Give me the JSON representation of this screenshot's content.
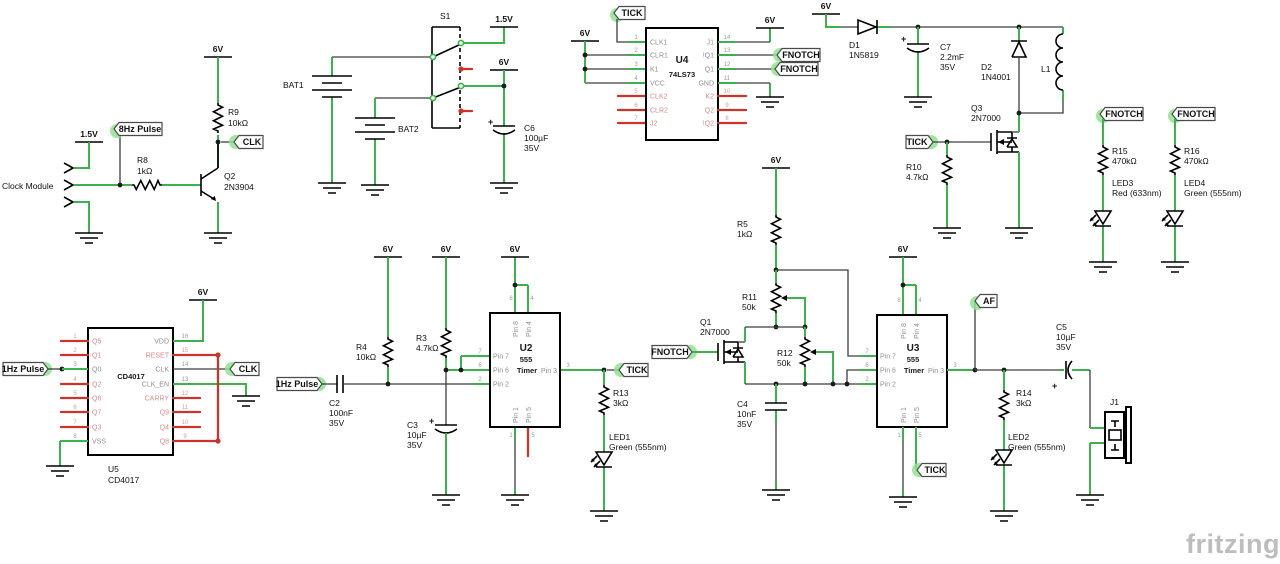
{
  "nets": {
    "clk": "CLK",
    "tick": "TICK",
    "fnotch": "FNOTCH",
    "af": "AF",
    "hz1": "1Hz Pulse",
    "hz8": "8Hz Pulse"
  },
  "rails": {
    "v6": "6V",
    "v15": "1.5V"
  },
  "plus_sign": "+",
  "watermark": "fritzing",
  "parts": {
    "clock_module": {
      "label": "Clock Module"
    },
    "r3": {
      "ref": "R3",
      "value": "4.7kΩ"
    },
    "r4": {
      "ref": "R4",
      "value": "10kΩ"
    },
    "r5": {
      "ref": "R5",
      "value": "1kΩ"
    },
    "r8": {
      "ref": "R8",
      "value": "1kΩ"
    },
    "r9": {
      "ref": "R9",
      "value": "10kΩ"
    },
    "r10": {
      "ref": "R10",
      "value": "4.7kΩ"
    },
    "r11": {
      "ref": "R11",
      "value": "50k"
    },
    "r12": {
      "ref": "R12",
      "value": "50k"
    },
    "r13": {
      "ref": "R13",
      "value": "3kΩ"
    },
    "r14": {
      "ref": "R14",
      "value": "3kΩ"
    },
    "r15": {
      "ref": "R15",
      "value": "470kΩ"
    },
    "r16": {
      "ref": "R16",
      "value": "470kΩ"
    },
    "c2": {
      "ref": "C2",
      "value": "100nF",
      "voltage": "35V"
    },
    "c3": {
      "ref": "C3",
      "value": "10µF",
      "voltage": "35V"
    },
    "c4": {
      "ref": "C4",
      "value": "10nF",
      "voltage": "35V"
    },
    "c5": {
      "ref": "C5",
      "value": "10µF",
      "voltage": "35V"
    },
    "c6": {
      "ref": "C6",
      "value": "100µF",
      "voltage": "35V"
    },
    "c7": {
      "ref": "C7",
      "value": "2.2mF",
      "voltage": "35V"
    },
    "d1": {
      "ref": "D1",
      "value": "1N5819"
    },
    "d2": {
      "ref": "D2",
      "value": "1N4001"
    },
    "l1": {
      "ref": "L1"
    },
    "q1": {
      "ref": "Q1",
      "value": "2N7000"
    },
    "q2": {
      "ref": "Q2",
      "value": "2N3904"
    },
    "q3": {
      "ref": "Q3",
      "value": "2N7000"
    },
    "led1": {
      "ref": "LED1",
      "value": "Green (555nm)"
    },
    "led2": {
      "ref": "LED2",
      "value": "Green (555nm)"
    },
    "led3": {
      "ref": "LED3",
      "value": "Red (633nm)"
    },
    "led4": {
      "ref": "LED4",
      "value": "Green (555nm)"
    },
    "bat1": {
      "ref": "BAT1"
    },
    "bat2": {
      "ref": "BAT2"
    },
    "s1": {
      "ref": "S1"
    },
    "j1": {
      "ref": "J1"
    },
    "u2": {
      "ref": "U2",
      "line1": "555",
      "line2": "Timer",
      "stub_nums": [
        "8",
        "4",
        "7",
        "6",
        "2",
        "3",
        "1",
        "5"
      ],
      "pins": {
        "p8": "Pin 8",
        "p4": "Pin 4",
        "p7": "Pin 7",
        "p6": "Pin 6",
        "p2": "Pin 2",
        "p3": "Pin 3",
        "p1": "Pin 1",
        "p5": "Pin 5"
      }
    },
    "u3": {
      "ref": "U3",
      "line1": "555",
      "line2": "Timer",
      "stub_nums": [
        "8",
        "4",
        "7",
        "6",
        "2",
        "3",
        "1",
        "5"
      ],
      "pins": {
        "p8": "Pin 8",
        "p4": "Pin 4",
        "p7": "Pin 7",
        "p6": "Pin 6",
        "p2": "Pin 2",
        "p3": "Pin 3",
        "p1": "Pin 1",
        "p5": "Pin 5"
      }
    },
    "u4": {
      "ref": "U4",
      "part": "74LS73",
      "left_pins": [
        {
          "num": "1",
          "name": "CLK1"
        },
        {
          "num": "2",
          "name": "CLR1"
        },
        {
          "num": "3",
          "name": "K1"
        },
        {
          "num": "4",
          "name": "VCC"
        },
        {
          "num": "5",
          "name": "CLK2"
        },
        {
          "num": "6",
          "name": "CLR2"
        },
        {
          "num": "7",
          "name": "J2"
        }
      ],
      "right_pins": [
        {
          "num": "14",
          "name": "J1"
        },
        {
          "num": "13",
          "name": "!Q1"
        },
        {
          "num": "12",
          "name": "Q1"
        },
        {
          "num": "11",
          "name": "GND"
        },
        {
          "num": "10",
          "name": "K2"
        },
        {
          "num": "9",
          "name": "Q2"
        },
        {
          "num": "8",
          "name": "!Q2"
        }
      ]
    },
    "u5": {
      "ref": "U5",
      "part": "CD4017",
      "inner": "CD4017",
      "left_pins": [
        {
          "num": "1",
          "name": "Q5"
        },
        {
          "num": "2",
          "name": "Q1"
        },
        {
          "num": "3",
          "name": "Q0"
        },
        {
          "num": "4",
          "name": "Q2"
        },
        {
          "num": "5",
          "name": "Q6"
        },
        {
          "num": "6",
          "name": "Q7"
        },
        {
          "num": "7",
          "name": "Q3"
        },
        {
          "num": "8",
          "name": "VSS"
        }
      ],
      "right_pins": [
        {
          "num": "16",
          "name": "VDD"
        },
        {
          "num": "15",
          "name": "RESET"
        },
        {
          "num": "14",
          "name": "CLK"
        },
        {
          "num": "13",
          "name": "CLK_EN"
        },
        {
          "num": "12",
          "name": "CARRY"
        },
        {
          "num": "11",
          "name": "Q9"
        },
        {
          "num": "10",
          "name": "Q4"
        },
        {
          "num": "9",
          "name": "Q8"
        }
      ]
    }
  }
}
